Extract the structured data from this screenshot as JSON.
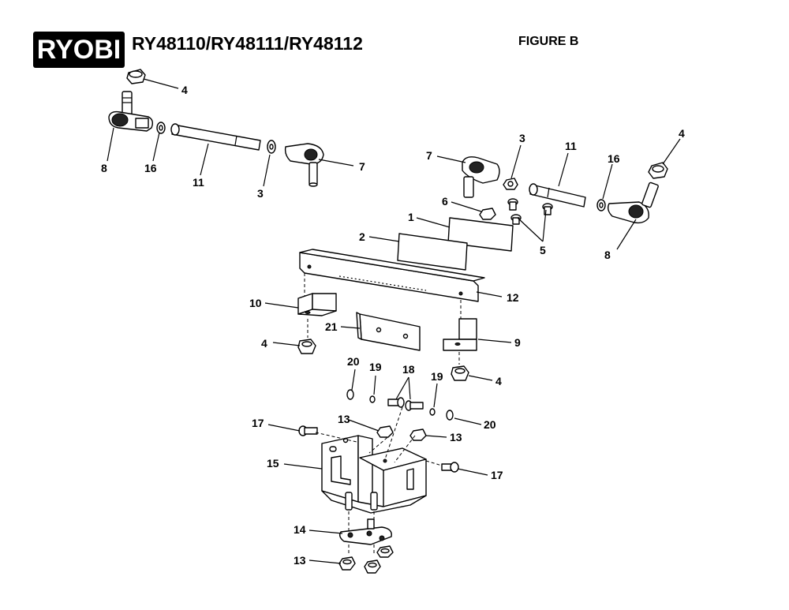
{
  "header": {
    "brand": "RYOBI",
    "model_numbers": "RY48110/RY48111/RY48112",
    "figure_label": "FIGURE B"
  },
  "callouts": {
    "left_linkage": {
      "n4": "4",
      "n8": "8",
      "n16": "16",
      "n11": "11",
      "n3": "3",
      "n7": "7"
    },
    "right_linkage": {
      "n7": "7",
      "n3": "3",
      "n11": "11",
      "n4": "4",
      "n16": "16",
      "n6": "6",
      "n1": "1",
      "n5": "5",
      "n8": "8"
    },
    "bracket_assembly": {
      "n2": "2",
      "n12": "12",
      "n10": "10",
      "n21": "21",
      "n9": "9",
      "n4a": "4",
      "n4b": "4",
      "n20a": "20",
      "n19a": "19",
      "n18": "18",
      "n19b": "19",
      "n20b": "20",
      "n17a": "17",
      "n13a": "13",
      "n13b": "13",
      "n15": "15",
      "n17b": "17",
      "n14": "14",
      "n13c": "13"
    }
  }
}
